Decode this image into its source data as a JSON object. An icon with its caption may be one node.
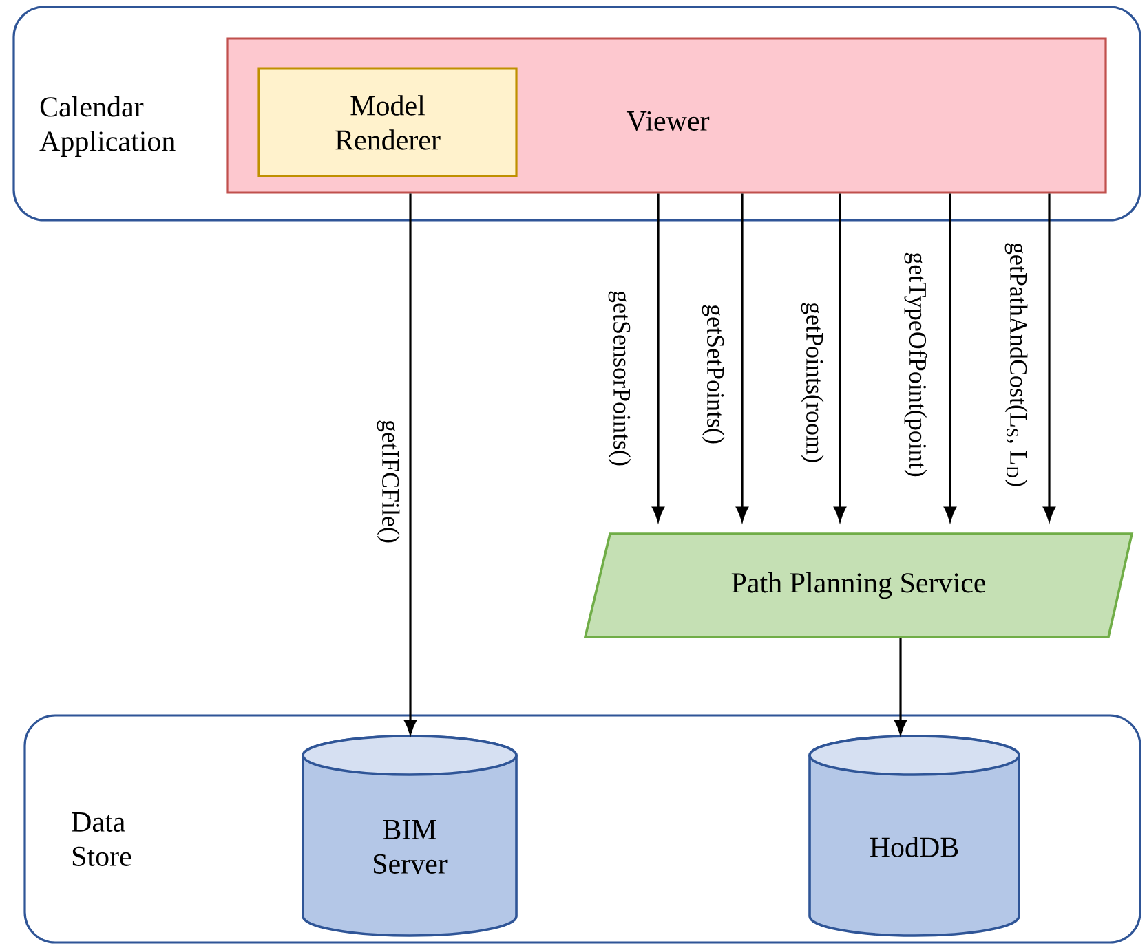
{
  "diagram": {
    "nodes": [
      {
        "text": [
          "Calendar Application"
        ]
      },
      {
        "text": [
          "Viewer"
        ],
        "in": 0
      },
      {
        "text": [
          "Model Renderer"
        ],
        "in": 1
      },
      {
        "text": [
          "Path Planning Service"
        ]
      },
      {
        "text": [
          "Data Store"
        ]
      },
      {
        "text": [
          "BIM Server"
        ],
        "in": 4
      },
      {
        "text": [
          "HodDB"
        ],
        "in": 4
      }
    ],
    "edges": [
      {
        "from": 1,
        "to": 5,
        "arrow": "to",
        "label": "getIFCFile()"
      },
      {
        "from": 1,
        "to": 3,
        "arrow": "to",
        "label": "getSensorPoints()"
      },
      {
        "from": 1,
        "to": 3,
        "arrow": "to",
        "label": "getSetPoints()"
      },
      {
        "from": 1,
        "to": 3,
        "arrow": "to",
        "label": "getPoints(room)"
      },
      {
        "from": 1,
        "to": 3,
        "arrow": "to",
        "label": "getTypeOfPoint(point)"
      },
      {
        "from": 1,
        "to": 3,
        "arrow": "to",
        "label": "getPathAndCost(L$_{S}$, L$_{D}$)"
      },
      {
        "from": 3,
        "to": 6,
        "arrow": "to"
      }
    ]
  }
}
